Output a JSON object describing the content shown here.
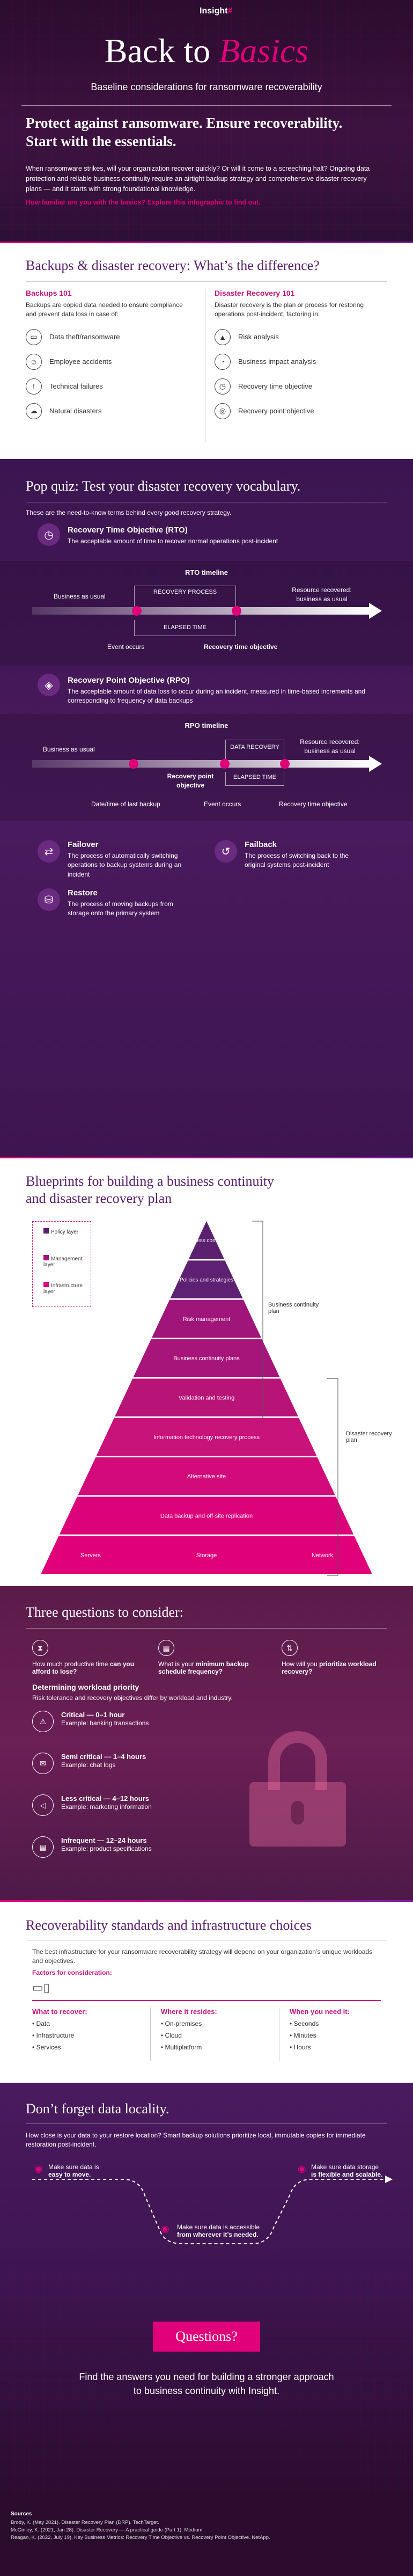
{
  "brand": {
    "logo": "Insight",
    "accent": "#e0007a",
    "deep": "#2a0f35",
    "purple": "#5b2070"
  },
  "hero": {
    "title_a": "Back to",
    "title_b": "Basics",
    "subtitle": "Baseline considerations for ransomware recoverability",
    "tagline_1": "Protect against ransomware. Ensure recoverability.",
    "tagline_2": "Start with the essentials.",
    "body_1": "When ransomware strikes, will your organization recover quickly? Or will it come to a screeching halt? Ongoing data protection and reliable business continuity require an airtight backup strategy and comprehensive disaster recovery plans — and it starts with strong foundational knowledge.",
    "body_2": "How familiar are you with the basics? Explore this infographic to find out."
  },
  "backups": {
    "heading": "Backups & disaster recovery: What’s the difference?",
    "left_title": "Backups 101",
    "left_desc": "Backups are copied data needed to ensure compliance and prevent data loss in case of:",
    "left_items": [
      "Data theft/ransomware",
      "Employee accidents",
      "Technical failures",
      "Natural disasters"
    ],
    "right_title": "Disaster Recovery 101",
    "right_desc": "Disaster recovery is the plan or process for restoring operations post-incident, factoring in:",
    "right_items": [
      "Risk analysis",
      "Business impact analysis",
      "Recovery time objective",
      "Recovery point objective"
    ]
  },
  "quiz": {
    "heading": "Pop quiz: Test your disaster recovery vocabulary.",
    "intro": "These are the need-to-know terms behind every good recovery strategy.",
    "rto_title": "Recovery Time Objective (RTO)",
    "rto_desc": "The acceptable amount of time to recover normal operations post-incident",
    "rto_timeline": "RTO timeline",
    "rto_business": "Business as usual",
    "rto_process": "RECOVERY PROCESS",
    "rto_resumed": "Resource recovered: business as usual",
    "rto_elapsed": "ELAPSED TIME",
    "rto_event": "Event occurs",
    "rto_rtime": "Recovery time objective",
    "rpo_title": "Recovery Point Objective (RPO)",
    "rpo_desc": "The acceptable amount of data loss to occur during an incident, measured in time-based increments and corresponding to frequency of data backups",
    "rpo_timeline": "RPO timeline",
    "rpo_business": "Business as usual",
    "rpo_datarec": "DATA RECOVERY",
    "rpo_resumed": "Resource recovered: business as usual",
    "rpo_point": "Recovery point objective",
    "rpo_elapsed": "ELAPSED TIME",
    "rpo_last": "Date/time of last backup",
    "rpo_event": "Event occurs",
    "rpo_rtime": "Recovery time objective",
    "failover_title": "Failover",
    "failover_desc": "The process of automatically switching operations to backup systems during an incident",
    "failback_title": "Failback",
    "failback_desc": "The process of switching back to the original systems post-incident",
    "restore_title": "Restore",
    "restore_desc": "The process of moving backups from storage onto the primary system"
  },
  "blueprint": {
    "heading_1": "Blueprints for building a business continuity",
    "heading_2": "and disaster recovery plan",
    "legend": [
      "Policy layer",
      "Management layer",
      "Infrastructure layer"
    ],
    "layers": [
      "Business continuity",
      "Policies and strategies",
      "Risk management",
      "Business continuity plans",
      "Validation and testing",
      "Information technology recovery process",
      "Alternative site",
      "Data backup and off-site replication"
    ],
    "base": [
      "Servers",
      "Storage",
      "Network"
    ],
    "label_bc": "Business continuity plan",
    "label_dr": "Disaster recovery plan"
  },
  "three": {
    "heading": "Three questions to consider:",
    "q1a": "How much productive time",
    "q1b": "can you afford to lose?",
    "q2a": "What is your",
    "q2b": "minimum backup schedule frequency?",
    "q3a": "How will you",
    "q3b": "prioritize workload recovery?",
    "wp_title": "Determining workload priority",
    "wp_desc": "Risk tolerance and recovery objectives differ by workload and industry.",
    "tiers": [
      {
        "name": "Critical — 0–1 hour",
        "ex": "Example: banking transactions"
      },
      {
        "name": "Semi critical — 1–4 hours",
        "ex": "Example: chat logs"
      },
      {
        "name": "Less critical — 4–12 hours",
        "ex": "Example: marketing information"
      },
      {
        "name": "Infrequent — 12–24 hours",
        "ex": "Example: product specifications"
      }
    ]
  },
  "standards": {
    "heading": "Recoverability standards and infrastructure choices",
    "body": "The best infrastructure for your ransomware recoverability strategy will depend on your organization’s unique workloads and objectives.",
    "factors": "Factors for consideration:",
    "cols": [
      {
        "title": "What to recover:",
        "items": [
          "Data",
          "Infrastructure",
          "Services"
        ]
      },
      {
        "title": "Where it resides:",
        "items": [
          "On-premises",
          "Cloud",
          "Multiplatform"
        ]
      },
      {
        "title": "When you need it:",
        "items": [
          "Seconds",
          "Minutes",
          "Hours"
        ]
      }
    ]
  },
  "locality": {
    "heading": "Don’t forget data locality.",
    "body": "How close is your data to your restore location? Smart backup solutions prioritize local, immutable copies for immediate restoration post-incident.",
    "p1a": "Make sure data is",
    "p1b": "easy to move.",
    "p2a": "Make sure data is accessible",
    "p2b": "from wherever it’s needed.",
    "p3a": "Make sure data storage",
    "p3b": "is flexible and scalable."
  },
  "cta": {
    "button": "Questions?",
    "line_1": "Find the answers you need for building a stronger approach",
    "line_2": "to business continuity with Insight."
  },
  "sources": {
    "title": "Sources",
    "s1": "Brody, K. (May 2021). Disaster Recovery Plan (DRP). TechTarget.",
    "s2": "McGinley, K. (2021, Jan 28). Disaster Recovery — A practical guide (Part 1). Medium.",
    "s3": "Reagan, K. (2022, July 19). Key Business Metrics: Recovery Time Objective vs. Recovery Point Objective. NetApp."
  }
}
